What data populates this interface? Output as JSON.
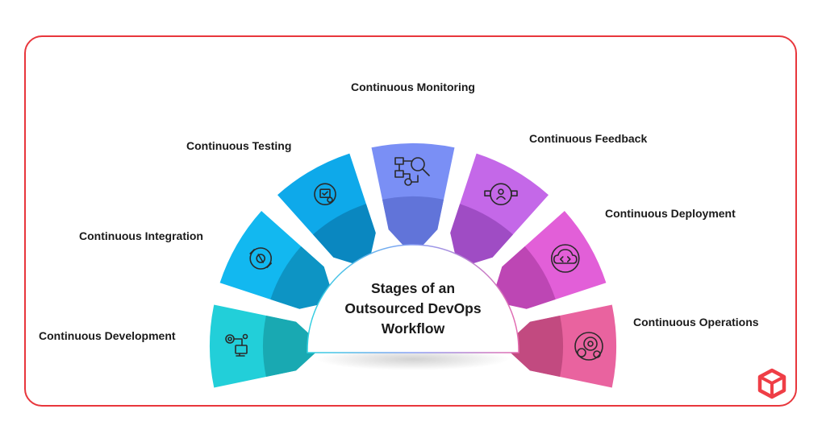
{
  "center": {
    "line1": "Stages of an",
    "line2": "Outsourced DevOps",
    "line3": "Workflow"
  },
  "stages": [
    {
      "name": "Continuous Development",
      "color": "#22cfd9",
      "shade": "#19a9b2",
      "icon": "gear-code-monitor-icon"
    },
    {
      "name": "Continuous Integration",
      "color": "#12b8f0",
      "shade": "#0d94c4",
      "icon": "circular-arrows-gear-icon"
    },
    {
      "name": "Continuous Testing",
      "color": "#0ea9ea",
      "shade": "#0a87c0",
      "icon": "test-cycle-icon"
    },
    {
      "name": "Continuous Monitoring",
      "color": "#7a8ff5",
      "shade": "#6174d9",
      "icon": "flowchart-magnifier-icon"
    },
    {
      "name": "Continuous Feedback",
      "color": "#c468e8",
      "shade": "#9f4cc4",
      "icon": "user-feedback-icon"
    },
    {
      "name": "Continuous Deployment",
      "color": "#e25fd8",
      "shade": "#bd46b4",
      "icon": "cloud-deploy-icon"
    },
    {
      "name": "Continuous Operations",
      "color": "#e9639f",
      "shade": "#c24a80",
      "icon": "gears-operations-icon"
    }
  ],
  "colors": {
    "frame": "#e8363c",
    "logo": "#ef3e46"
  },
  "logo_icon": "cube-logo-icon"
}
